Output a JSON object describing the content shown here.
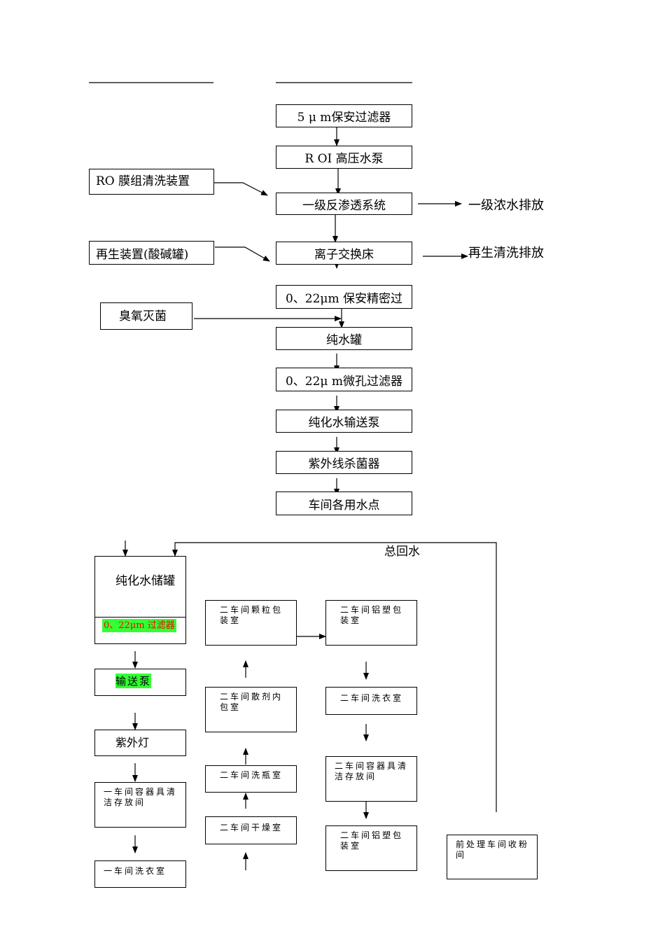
{
  "top_flow": {
    "filter_5um": "5 μ m保安过滤器",
    "ro_pump": "R OI 高压水泵",
    "ro_system": "一级反渗透系统",
    "ion_exchange": "离子交换床",
    "precision_filter": "0、22μm 保安精密过",
    "pure_tank": "纯水罐",
    "micro_filter": "0、22μ m微孔过滤器",
    "transfer_pump": "纯化水输送泵",
    "uv_sterilizer": "紫外线杀菌器",
    "use_points": "车间各用水点"
  },
  "side_inputs": {
    "ro_cleaning": "RO 膜组清洗装置",
    "regeneration": "再生装置(酸碱罐)",
    "ozone": "臭氧灭菌"
  },
  "discharges": {
    "concentrate": "一级浓水排放",
    "regen_wash": "再生清洗排放"
  },
  "bottom": {
    "return_label": "总回水",
    "col1": {
      "storage_tank": "纯化水储罐",
      "filter": "0、22μm 过滤器",
      "pump": "输送泵",
      "uv_lamp": "紫外灯",
      "container_room": "一车间容器具清洁存放间",
      "laundry": "一车间洗衣室"
    },
    "col2": {
      "granule_pack": "二车间颗粒包装室",
      "powder_inner": "二车间散剂内包室",
      "bottle_wash": "二车间洗瓶室",
      "drying": "二车间干燥室"
    },
    "col3": {
      "alu_pack_1": "二车间铝塑包装室",
      "laundry": "二车间洗衣室",
      "container_room": "二车间容器具清洁存放间",
      "alu_pack_2": "二车间铝塑包装室"
    },
    "col4": {
      "pretreat": "前处理车间收粉间"
    }
  }
}
